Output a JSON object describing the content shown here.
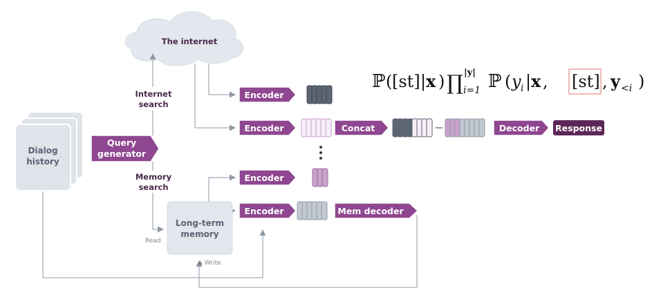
{
  "labels": {
    "internet": "The internet",
    "internet_search_1": "Internet",
    "internet_search_2": "search",
    "memory_search_1": "Memory",
    "memory_search_2": "search",
    "query_generator_1": "Query",
    "query_generator_2": "generator",
    "dialog_history_1": "Dialog",
    "dialog_history_2": "history",
    "long_term_memory_1": "Long-term",
    "long_term_memory_2": "memory",
    "read": "Read",
    "write": "Write",
    "encoder": "Encoder",
    "concat": "Concat",
    "decoder": "Decoder",
    "response": "Response",
    "mem_decoder": "Mem decoder"
  },
  "formula": {
    "prob": "ℙ",
    "st": "[st]",
    "x": "𝐱",
    "prod": "∏",
    "prod_sup": "|𝐲|",
    "prod_sub": "i=1",
    "y_i": "y",
    "i": "i",
    "y_lt": "𝐲",
    "lt_i": "<i"
  },
  "colors": {
    "purple": "#8e4790",
    "dark_purple": "#5c2757",
    "light_purple": "#c9a3cb",
    "slate": "#5c6673",
    "gray_token": "#c2c9d2",
    "panel": "#e3e7ed",
    "line": "#a3adb8",
    "highlight": "#e7a3a3"
  },
  "icons": [
    "cloud-shape",
    "arrow-icon",
    "vertical-ellipsis-icon"
  ]
}
